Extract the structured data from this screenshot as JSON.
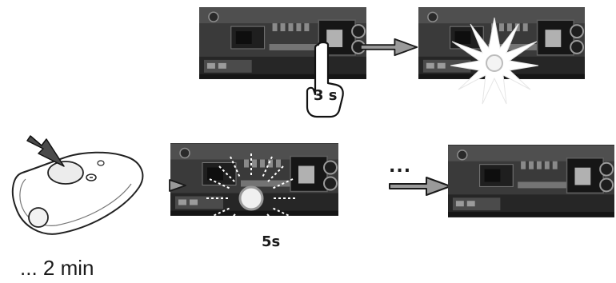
{
  "steps": {
    "press_duration": "3 s",
    "blink_duration": "5s",
    "continuation": "...",
    "wait_time": "... 2 min"
  },
  "colors": {
    "board_dark": "#2a2a2a",
    "board_mid": "#5a5a5a",
    "arrow_fill": "#9a9a9a",
    "arrow_stroke": "#1a1a1a",
    "burst_stroke": "#ffffff"
  },
  "icons": [
    "circuit-board-photo",
    "finger-press-icon",
    "led-flash-icon",
    "remote-control-icon",
    "arrow-right-icon"
  ]
}
